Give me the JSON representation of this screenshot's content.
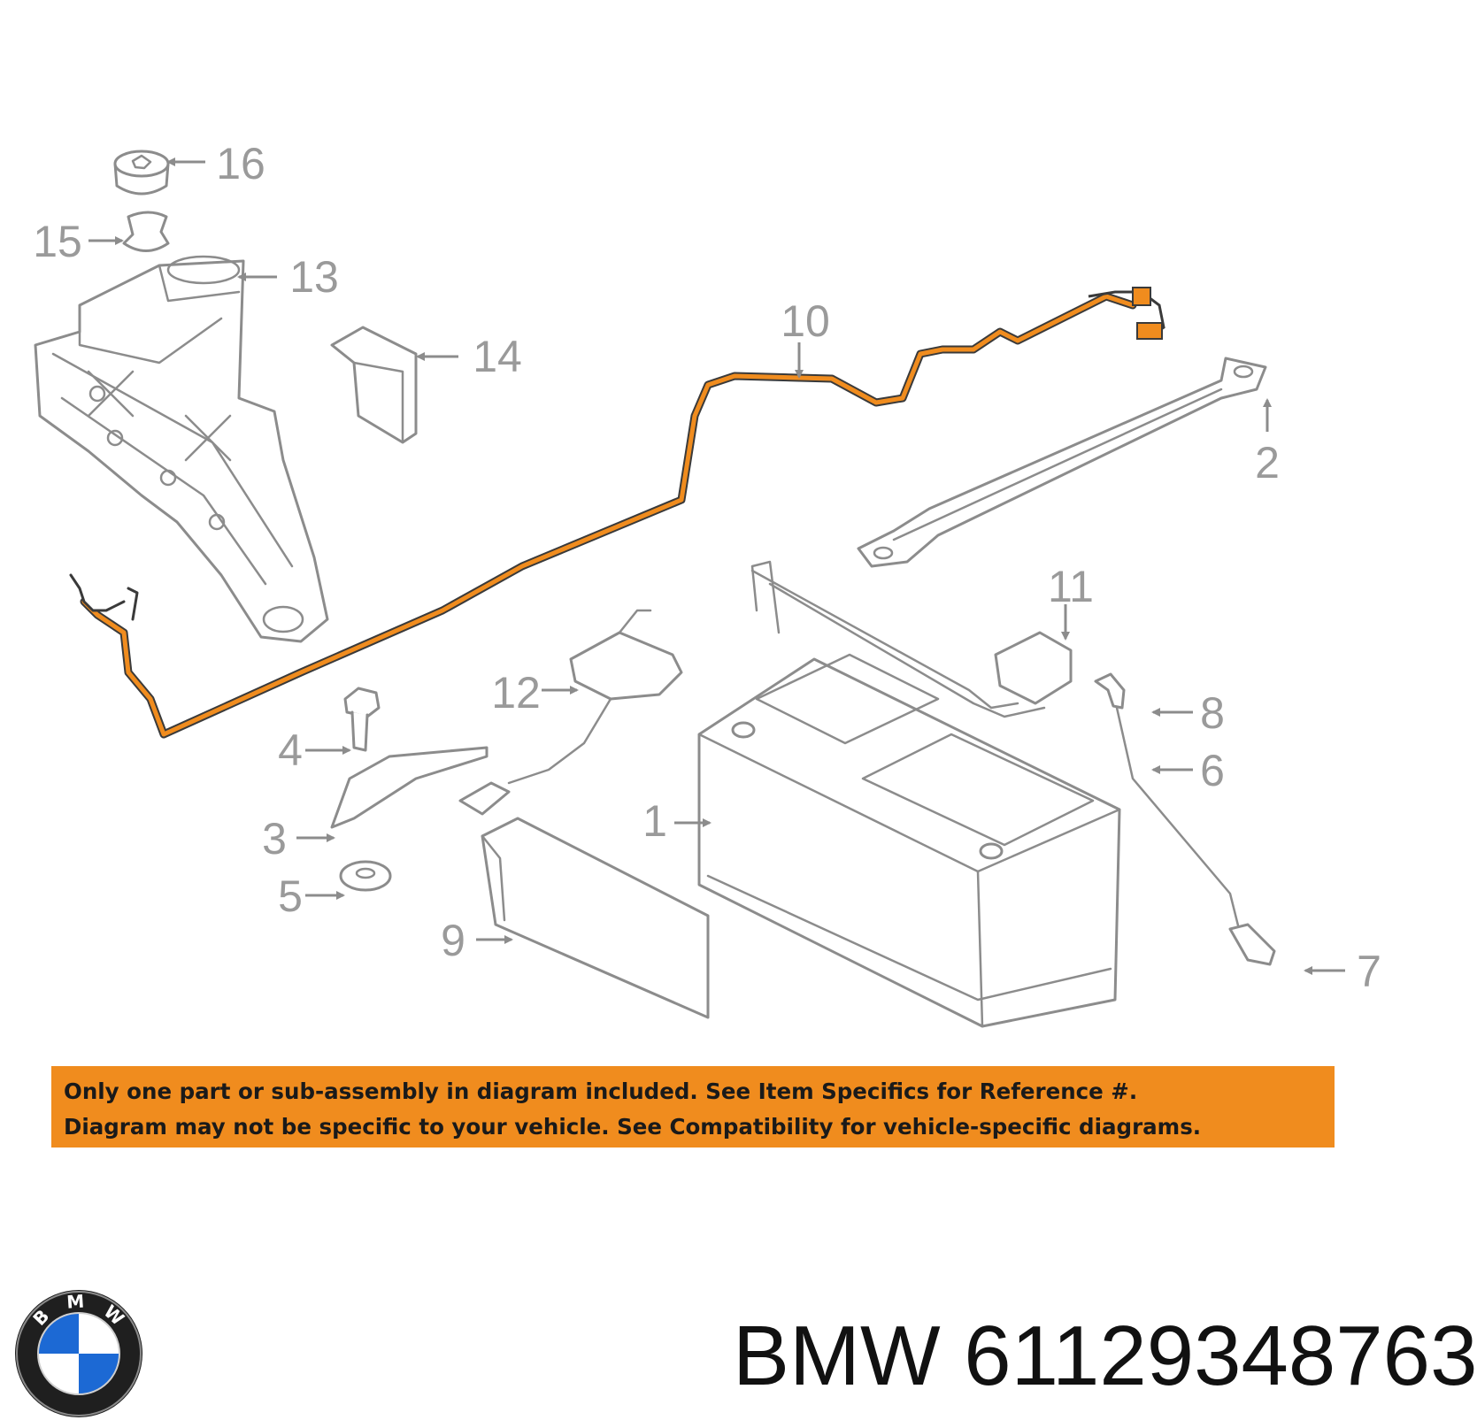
{
  "diagram": {
    "callouts": [
      "1",
      "2",
      "3",
      "4",
      "5",
      "6",
      "7",
      "8",
      "9",
      "10",
      "11",
      "12",
      "13",
      "14",
      "15",
      "16"
    ],
    "colors": {
      "highlight_cable": "#f08c1e",
      "line_art": "#8c8c8c",
      "callout_text": "#9a9a9a"
    }
  },
  "notice": {
    "line1": "Only one part or sub-assembly in diagram included. See Item Specifics for Reference #.",
    "line2": "Diagram may not be specific to your vehicle. See Compatibility for vehicle-specific diagrams.",
    "background": "#f08c1e"
  },
  "brand": {
    "logo_letters": [
      "B",
      "M",
      "W"
    ],
    "name": "BMW",
    "part_number": "61129348763"
  }
}
